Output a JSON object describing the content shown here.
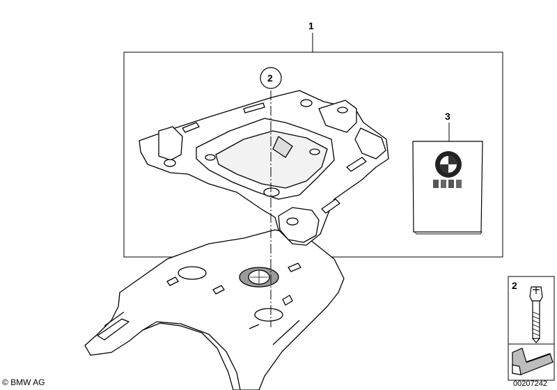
{
  "diagram": {
    "callouts": {
      "item1": "1",
      "item2": "2",
      "item3": "3"
    },
    "inset": {
      "item_number": "2"
    }
  },
  "footer": {
    "copyright": "© BMW AG",
    "drawing_number": "00207242"
  }
}
